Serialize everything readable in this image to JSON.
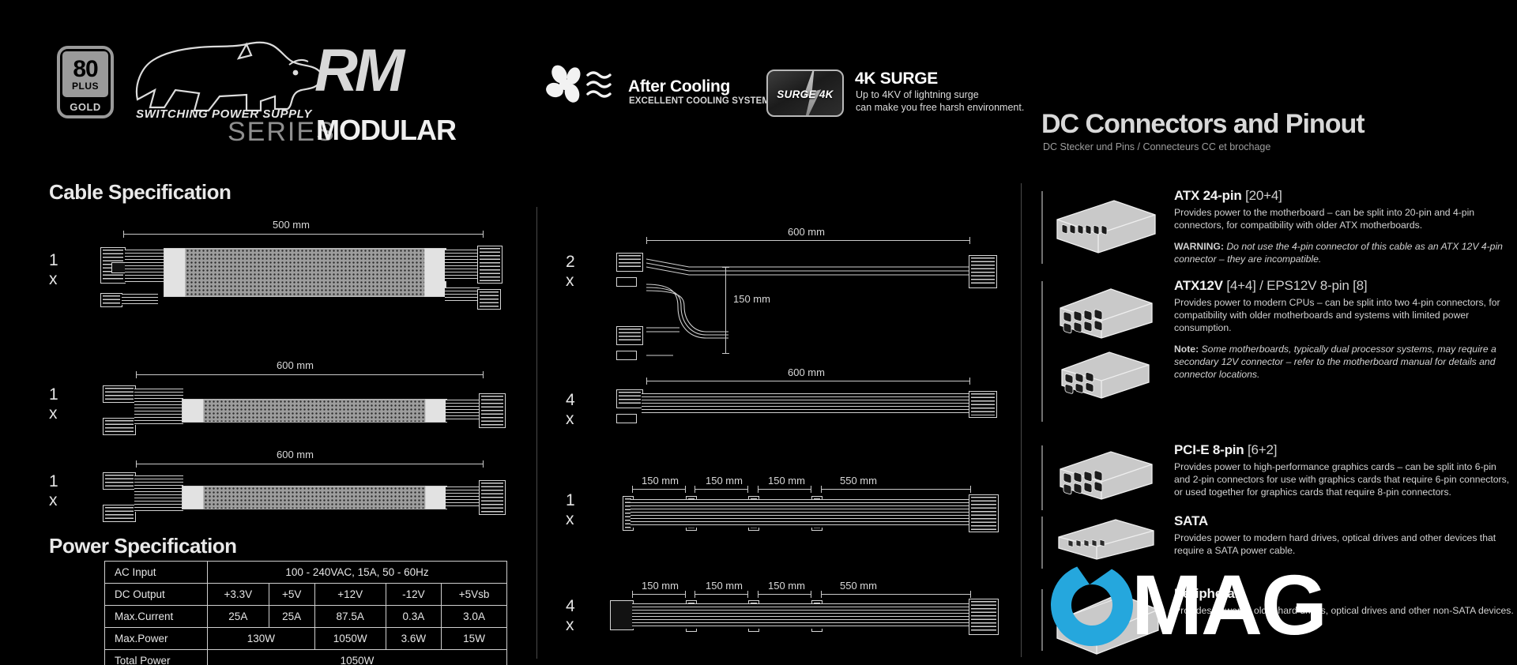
{
  "header": {
    "badge_80plus": {
      "number": "80",
      "plus": "PLUS",
      "tier": "GOLD"
    },
    "brand_tagline": "SWITCHING POWER SUPPLY",
    "brand_logo": "RM",
    "series_word": "SERIES",
    "modular_word": "MODULAR",
    "after_cooling": {
      "title": "After Cooling",
      "subtitle": "EXCELLENT COOLING SYSTEM"
    },
    "surge": {
      "badge_label": "SURGE 4K",
      "title": "4K SURGE",
      "line1": "Up to 4KV of lightning surge",
      "line2": "can make you free harsh environment."
    }
  },
  "sections": {
    "cable_spec_title": "Cable Specification",
    "power_spec_title": "Power Specification",
    "dc_title": "DC Connectors and Pinout",
    "dc_subtitle": "DC Stecker und Pins / Connecteurs CC et brochage"
  },
  "cables_left": [
    {
      "qty": "1 x",
      "length": "500 mm"
    },
    {
      "qty": "1 x",
      "length": "600 mm"
    },
    {
      "qty": "1 x",
      "length": "600 mm"
    }
  ],
  "cables_right": [
    {
      "qty": "2 x",
      "length": "600 mm",
      "branch": "150 mm"
    },
    {
      "qty": "4 x",
      "length": "600 mm"
    },
    {
      "qty": "1 x",
      "segments": [
        "150 mm",
        "150 mm",
        "150 mm",
        "550 mm"
      ]
    },
    {
      "qty": "4 x",
      "segments": [
        "150 mm",
        "150 mm",
        "150 mm",
        "550 mm"
      ]
    }
  ],
  "power_table": {
    "rows": [
      {
        "label": "AC Input",
        "cells": [
          "100 - 240VAC, 15A, 50 - 60Hz"
        ]
      },
      {
        "label": "DC Output",
        "cells": [
          "+3.3V",
          "+5V",
          "+12V",
          "-12V",
          "+5Vsb"
        ]
      },
      {
        "label": "Max.Current",
        "cells": [
          "25A",
          "25A",
          "87.5A",
          "0.3A",
          "3.0A"
        ]
      },
      {
        "label": "Max.Power",
        "cells": [
          "130W",
          "1050W",
          "3.6W",
          "15W"
        ]
      },
      {
        "label": "Total Power",
        "cells": [
          "1050W"
        ]
      }
    ]
  },
  "dc_connectors": [
    {
      "name": "ATX 24-pin",
      "bracket": "[20+4]",
      "body": "Provides power to the motherboard – can be split into 20-pin and 4-pin connectors, for compatibility with older ATX motherboards.",
      "note_label": "WARNING:",
      "note_body": "Do not use the 4-pin connector of this cable as an ATX 12V 4-pin connector – they are incompatible."
    },
    {
      "name": "ATX12V",
      "bracket": "[4+4] / EPS12V 8-pin [8]",
      "body": "Provides power to modern CPUs – can be split into two 4-pin connectors, for compatibility with older motherboards and systems with limited power consumption.",
      "note_label": "Note:",
      "note_body": "Some motherboards, typically dual processor systems, may require a secondary 12V connector – refer to the motherboard manual for details and connector locations."
    },
    {
      "name": "PCI-E 8-pin",
      "bracket": "[6+2]",
      "body": "Provides power to high-performance graphics cards – can be split into 6-pin and 2-pin connectors for use with graphics cards that require 6-pin connectors, or used together for graphics cards that require 8-pin connectors.",
      "note_label": "",
      "note_body": ""
    },
    {
      "name": "SATA",
      "bracket": "",
      "body": "Provides power to modern hard drives, optical drives and other devices that require a SATA power cable.",
      "note_label": "",
      "note_body": ""
    },
    {
      "name": "Peripheral",
      "bracket": "",
      "body": "Provides power to older hard drives, optical drives and other non-SATA devices.",
      "note_label": "",
      "note_body": ""
    }
  ],
  "watermark": {
    "text": "MAG",
    "accent_color": "#25a7dd"
  },
  "colors": {
    "background": "#000000",
    "text_primary": "#e9e9e9",
    "text_secondary": "#9e9e9e",
    "line": "#c9c9c9",
    "sleeve": "#9d9d9d",
    "accent_blue": "#25a7dd"
  }
}
